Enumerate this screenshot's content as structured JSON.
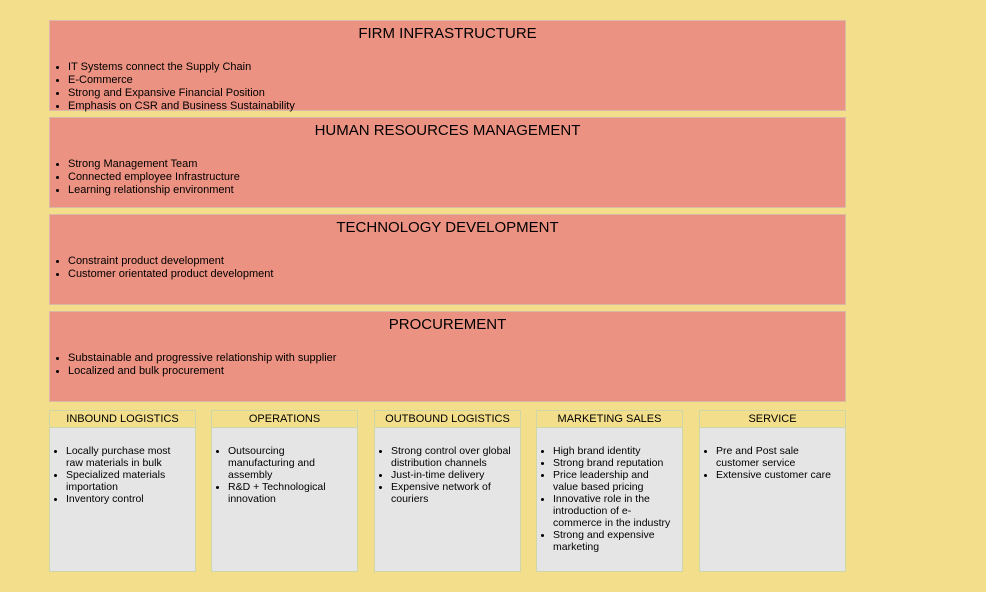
{
  "support_activities": [
    {
      "title": "FIRM INFRASTRUCTURE",
      "items": [
        "IT Systems connect the Supply Chain",
        "E-Commerce",
        "Strong and Expansive Financial Position",
        "Emphasis on CSR and Business Sustainability"
      ]
    },
    {
      "title": "HUMAN RESOURCES MANAGEMENT",
      "items": [
        "Strong Management Team",
        "Connected employee Infrastructure",
        "Learning relationship environment"
      ]
    },
    {
      "title": "TECHNOLOGY DEVELOPMENT",
      "items": [
        "Constraint product development",
        "Customer orientated product development"
      ]
    },
    {
      "title": "PROCUREMENT",
      "items": [
        "Substainable and progressive relationship with supplier",
        "Localized and bulk procurement"
      ]
    }
  ],
  "primary_activities": [
    {
      "title": "INBOUND LOGISTICS",
      "items": [
        "Locally purchase most raw materials in bulk",
        "Specialized materials importation",
        "Inventory control"
      ]
    },
    {
      "title": "OPERATIONS",
      "items": [
        "Outsourcing manufacturing and assembly",
        "R&D + Technological innovation"
      ]
    },
    {
      "title": "OUTBOUND LOGISTICS",
      "items": [
        "Strong control over global distribution channels",
        "Just-in-time delivery",
        "Expensive network of couriers"
      ]
    },
    {
      "title": "MARKETING SALES",
      "items": [
        "High brand identity",
        "Strong brand reputation",
        "Price leadership and value based pricing",
        "Innovative role in the introduction of e-commerce in the industry",
        "Strong and expensive marketing"
      ]
    },
    {
      "title": "SERVICE",
      "items": [
        "Pre and Post sale customer service",
        "Extensive customer care"
      ]
    }
  ]
}
